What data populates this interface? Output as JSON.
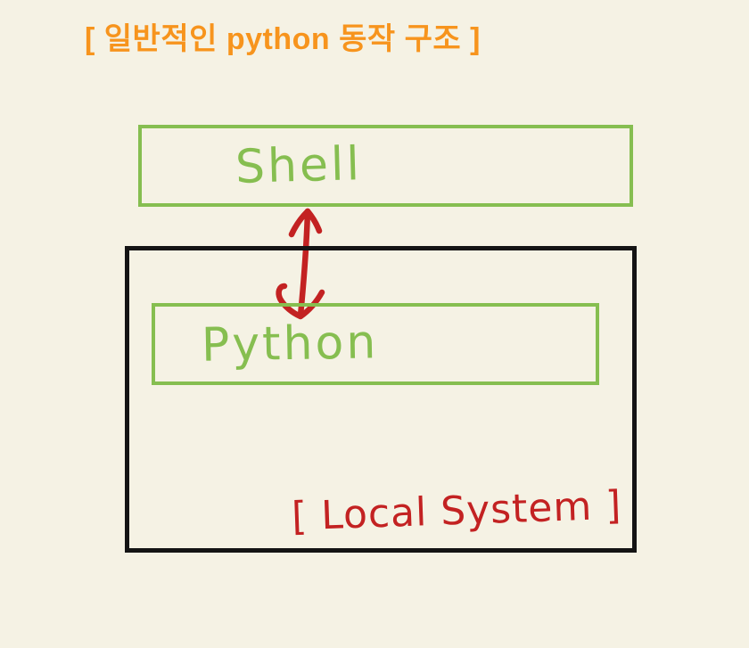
{
  "title": {
    "text": "[ 일반적인 python 동작 구조 ]"
  },
  "colors": {
    "background": "#F5F2E4",
    "title_orange": "#F7941D",
    "box_green": "#86BE50",
    "outline_black": "#141414",
    "accent_red": "#C32222"
  },
  "diagram": {
    "shell_box": {
      "label": "Shell"
    },
    "python_box": {
      "label": "Python"
    },
    "local_system_box": {
      "label": "[ Local System ]"
    },
    "arrow": {
      "type": "bidirectional",
      "direction": "vertical",
      "style": "hand-drawn"
    }
  }
}
